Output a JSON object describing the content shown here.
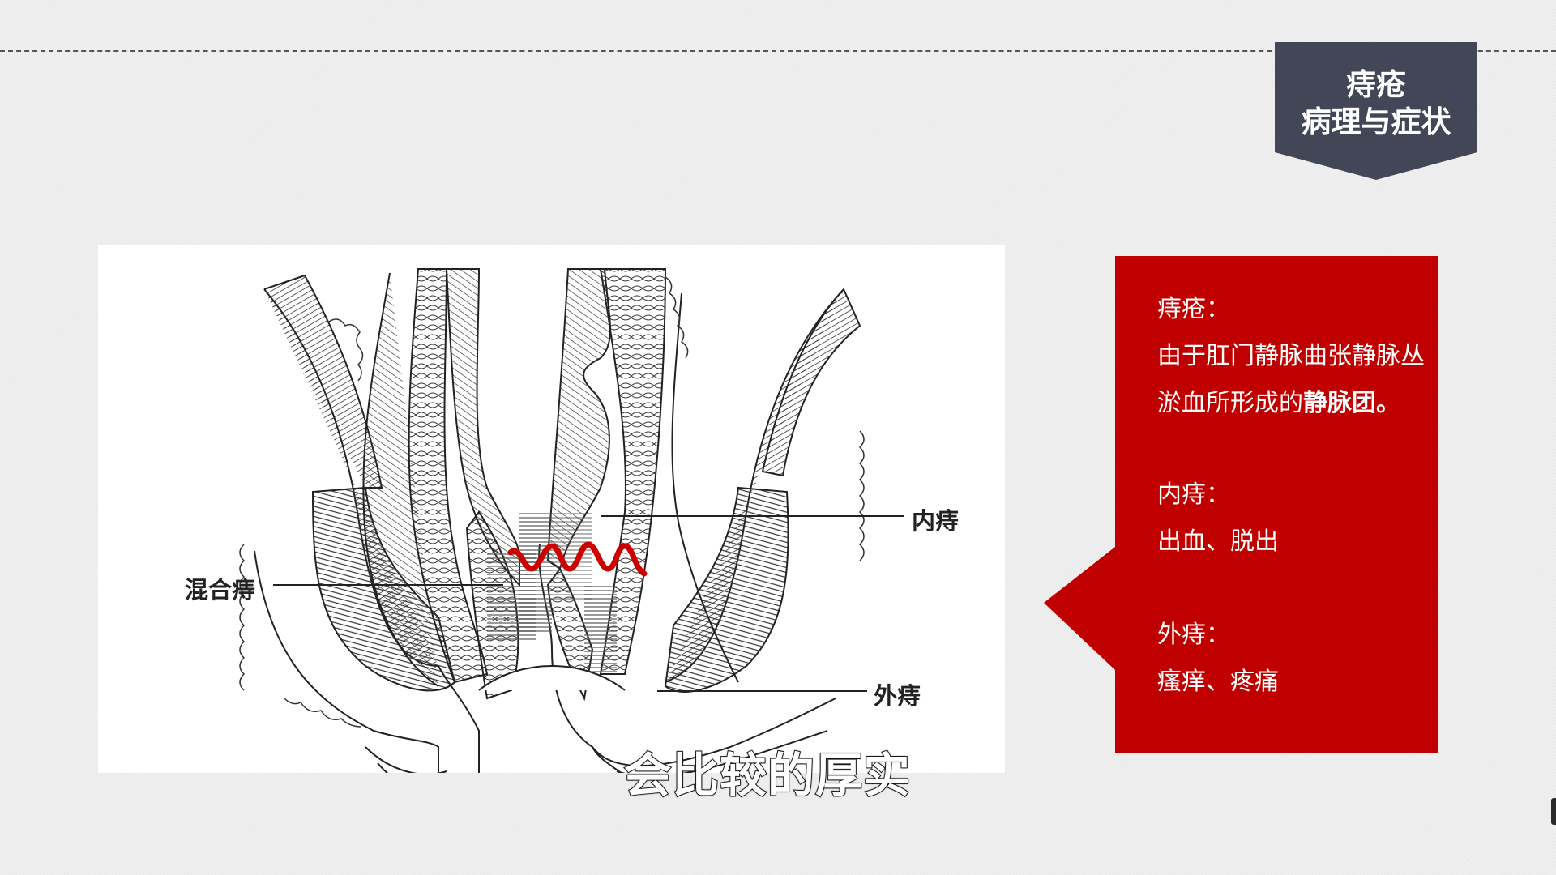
{
  "slide": {
    "background_color": "#efefef",
    "badge": {
      "line1": "痔疮",
      "line2": "病理与症状",
      "color": "#434656"
    },
    "figure": {
      "labels": {
        "mixed": "混合痔",
        "internal": "内痔",
        "external": "外痔"
      },
      "annotation_color": "#cc0000"
    },
    "callout": {
      "color": "#c00000",
      "sections": [
        {
          "heading": "痔疮：",
          "body_line1": "由于肛门静脉曲张静脉丛",
          "body_line2_prefix": "淤血所形成的",
          "body_line2_bold": "静脉团。"
        },
        {
          "heading": "内痔：",
          "body": "出血、脱出"
        },
        {
          "heading": "外痔：",
          "body": "瘙痒、疼痛"
        }
      ]
    },
    "subtitle": "会比较的厚实"
  }
}
